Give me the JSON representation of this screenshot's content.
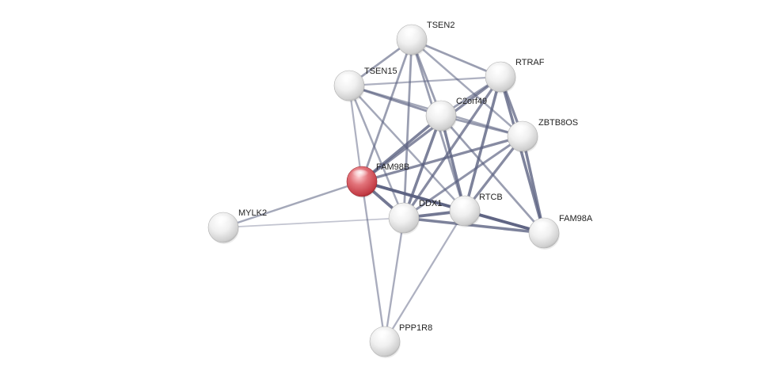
{
  "colors": {
    "background": "#ffffff",
    "edge": "#5a6080",
    "node_default": "#e6e6e6",
    "node_query": "#c8474f"
  },
  "nodes": [
    {
      "id": "TSEN2",
      "label": "TSEN2",
      "query": false
    },
    {
      "id": "RTRAF",
      "label": "RTRAF",
      "query": false
    },
    {
      "id": "TSEN15",
      "label": "TSEN15",
      "query": false
    },
    {
      "id": "C2orf49",
      "label": "C2orf49",
      "query": false
    },
    {
      "id": "ZBTB8OS",
      "label": "ZBTB8OS",
      "query": false
    },
    {
      "id": "FAM98B",
      "label": "FAM98B",
      "query": true
    },
    {
      "id": "MYLK2",
      "label": "MYLK2",
      "query": false
    },
    {
      "id": "DDX1",
      "label": "DDX1",
      "query": false
    },
    {
      "id": "RTCB",
      "label": "RTCB",
      "query": false
    },
    {
      "id": "FAM98A",
      "label": "FAM98A",
      "query": false
    },
    {
      "id": "PPP1R8",
      "label": "PPP1R8",
      "query": false
    }
  ],
  "edges": [
    {
      "source": "TSEN2",
      "target": "TSEN15",
      "strength": 0.6
    },
    {
      "source": "TSEN2",
      "target": "RTRAF",
      "strength": 0.6
    },
    {
      "source": "TSEN2",
      "target": "C2orf49",
      "strength": 0.6
    },
    {
      "source": "TSEN2",
      "target": "ZBTB8OS",
      "strength": 0.5
    },
    {
      "source": "TSEN2",
      "target": "FAM98B",
      "strength": 0.6
    },
    {
      "source": "TSEN2",
      "target": "DDX1",
      "strength": 0.6
    },
    {
      "source": "TSEN2",
      "target": "RTCB",
      "strength": 0.6
    },
    {
      "source": "TSEN15",
      "target": "RTRAF",
      "strength": 0.4
    },
    {
      "source": "TSEN15",
      "target": "C2orf49",
      "strength": 0.7
    },
    {
      "source": "TSEN15",
      "target": "ZBTB8OS",
      "strength": 0.5
    },
    {
      "source": "TSEN15",
      "target": "FAM98B",
      "strength": 0.4
    },
    {
      "source": "TSEN15",
      "target": "DDX1",
      "strength": 0.5
    },
    {
      "source": "TSEN15",
      "target": "RTCB",
      "strength": 0.5
    },
    {
      "source": "RTRAF",
      "target": "C2orf49",
      "strength": 0.6
    },
    {
      "source": "RTRAF",
      "target": "ZBTB8OS",
      "strength": 0.8
    },
    {
      "source": "RTRAF",
      "target": "FAM98B",
      "strength": 0.8
    },
    {
      "source": "RTRAF",
      "target": "DDX1",
      "strength": 0.8
    },
    {
      "source": "RTRAF",
      "target": "RTCB",
      "strength": 0.9
    },
    {
      "source": "RTRAF",
      "target": "FAM98A",
      "strength": 0.9
    },
    {
      "source": "C2orf49",
      "target": "ZBTB8OS",
      "strength": 0.6
    },
    {
      "source": "C2orf49",
      "target": "FAM98B",
      "strength": 0.9
    },
    {
      "source": "C2orf49",
      "target": "DDX1",
      "strength": 0.9
    },
    {
      "source": "C2orf49",
      "target": "RTCB",
      "strength": 0.9
    },
    {
      "source": "C2orf49",
      "target": "FAM98A",
      "strength": 0.6
    },
    {
      "source": "ZBTB8OS",
      "target": "FAM98B",
      "strength": 0.8
    },
    {
      "source": "ZBTB8OS",
      "target": "DDX1",
      "strength": 0.7
    },
    {
      "source": "ZBTB8OS",
      "target": "RTCB",
      "strength": 0.8
    },
    {
      "source": "ZBTB8OS",
      "target": "FAM98A",
      "strength": 0.9
    },
    {
      "source": "FAM98B",
      "target": "MYLK2",
      "strength": 0.5
    },
    {
      "source": "FAM98B",
      "target": "DDX1",
      "strength": 1.0
    },
    {
      "source": "FAM98B",
      "target": "RTCB",
      "strength": 1.0
    },
    {
      "source": "FAM98B",
      "target": "FAM98A",
      "strength": 0.9
    },
    {
      "source": "FAM98B",
      "target": "PPP1R8",
      "strength": 0.45
    },
    {
      "source": "MYLK2",
      "target": "DDX1",
      "strength": 0.2
    },
    {
      "source": "DDX1",
      "target": "RTCB",
      "strength": 1.0
    },
    {
      "source": "DDX1",
      "target": "FAM98A",
      "strength": 0.9
    },
    {
      "source": "DDX1",
      "target": "PPP1R8",
      "strength": 0.45
    },
    {
      "source": "RTCB",
      "target": "FAM98A",
      "strength": 1.0
    },
    {
      "source": "RTCB",
      "target": "PPP1R8",
      "strength": 0.4
    }
  ]
}
